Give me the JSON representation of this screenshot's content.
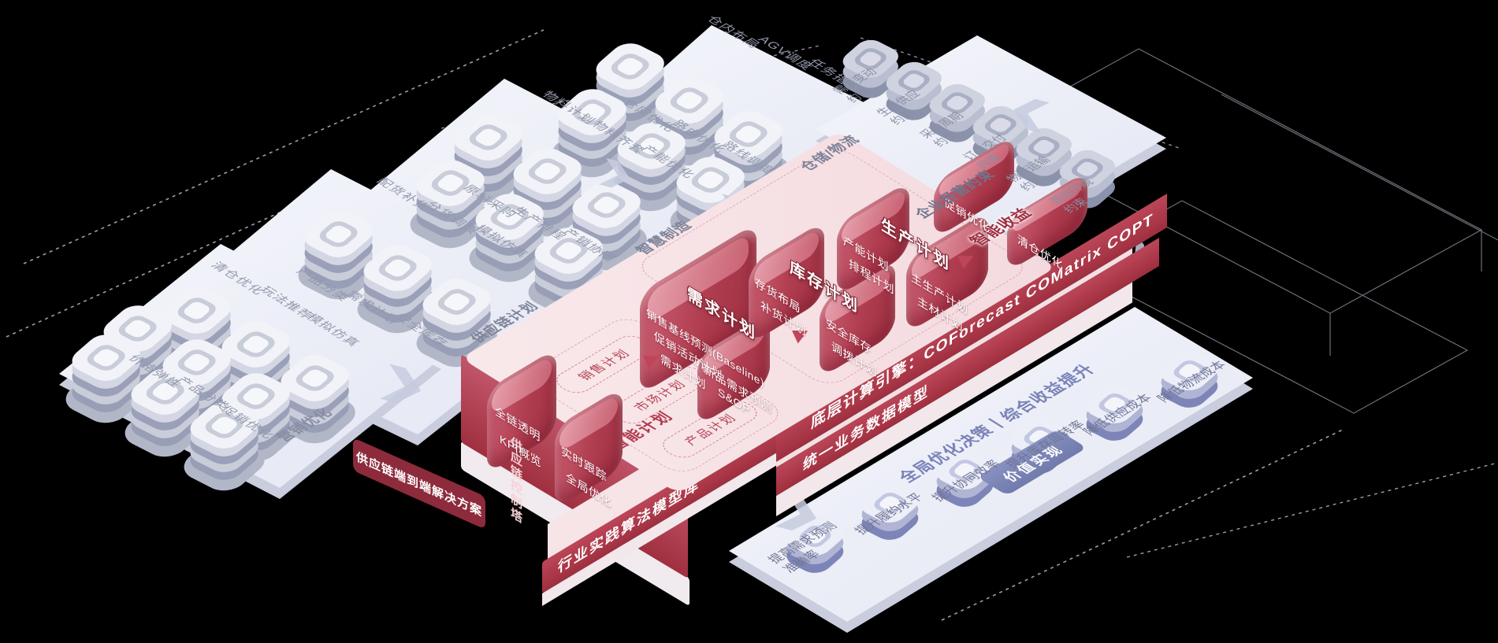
{
  "sheets": {
    "warehouse": {
      "title": "仓储/物流",
      "top_labels": [
        "仓内布局",
        "AGV调度",
        "任务指派"
      ],
      "surface_labels": [
        "仓网优化",
        "路由优化",
        "路线调度"
      ]
    },
    "manufacturing": {
      "title": "智慧制造",
      "top_labels": [
        "物料计划",
        "物料齐套",
        "产能优化"
      ],
      "surface_labels": [
        "原料采购",
        "生产排程",
        "产销协同"
      ],
      "edge_labels": [
        "配货补货",
        "分货调拨",
        "模拟仿真"
      ]
    },
    "supply_chain_planning": {
      "title": "供应链计划",
      "surface_labels": [
        "产品分类",
        "需求计划",
        "安全库存"
      ],
      "edge_labels": [
        "清仓优化",
        "玩法推荐",
        "模拟仿真"
      ]
    },
    "marketing": {
      "title": "营销优化",
      "edge_labels": [
        "价格弹性",
        "产品分类",
        "促销优化"
      ]
    }
  },
  "constraints": {
    "title": "企业经营约束",
    "items": [
      "需求变动约束",
      "生产供应约束",
      "采购周期约束",
      "订单交付约束",
      "物流运输约束",
      "营销环境约束"
    ]
  },
  "platform": {
    "badge": "供应链端到端解决方案",
    "tower_title": "供应链控制塔",
    "tower_items": [
      "全链透明",
      "KPI概览",
      "实时跟踪",
      "全局优化"
    ],
    "bands": {
      "engine": "底层计算引擎：COForecast  COMatrix  COPT",
      "data_model": "统一业务数据模型",
      "algo_lib": "行业实践算法模型库"
    },
    "smart_planning": {
      "title": "智能计划",
      "boxes": [
        "销售计划",
        "市场计划",
        "产品计划"
      ]
    },
    "clusters": {
      "demand": {
        "title": "需求计划",
        "items": [
          "销售基线预测(Baseline)",
          "促销活动计划",
          "需求计划",
          "新品需求预测",
          "S&OP"
        ]
      },
      "inventory": {
        "title": "库存计划",
        "items": [
          "存货布局",
          "补货计划",
          "安全库存",
          "调拨计划"
        ]
      },
      "production": {
        "title": "生产计划",
        "items": [
          "产能计划",
          "排程计划",
          "主生产计划",
          "主材计划"
        ]
      },
      "revenue": {
        "title": "智能收益",
        "items": [
          "促销优化",
          "清仓优化"
        ]
      }
    }
  },
  "value": {
    "badge": "价值实现",
    "headline": "全局优化决策丨综合收益提升",
    "items": [
      "提高需求预测准确率",
      "提升履约水平",
      "提升协同效率",
      "提升库存周转率",
      "降低供应成本",
      "降低物流成本"
    ]
  },
  "colors": {
    "crimson": "#b03d50",
    "badge_dark_red": "#8d2b3c",
    "pink_surface": "#f6dfe3",
    "sheet_light": "#eef0f8",
    "blue_accent": "#7b83b5",
    "label_gray": "#9298ac"
  }
}
